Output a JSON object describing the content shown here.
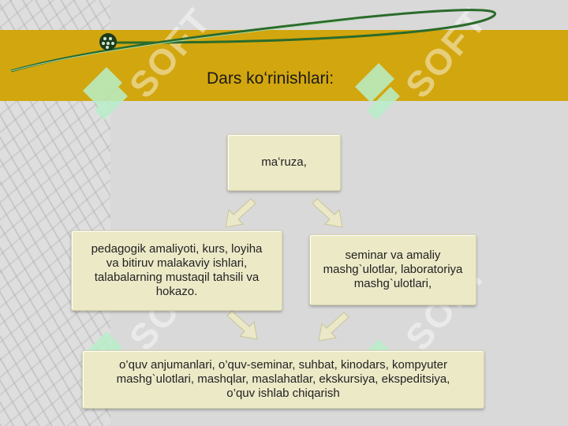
{
  "title": "Dars koʻrinishlari:",
  "boxes": {
    "top": "maʻruza,",
    "left": [
      "pedagogik amaliyoti, kurs, loyiha",
      "va bitiruv malakaviy ishlari,",
      "talabalarning mustaqil tahsili va",
      "hokazo."
    ],
    "right": [
      "seminar va amaliy",
      "mashg`ulotlar, laboratoriya",
      "mashg`ulotlari,"
    ],
    "bottom": [
      "o’quv anjumanlari, o’quv-seminar, suhbat, kinodars, kompyuter",
      "mashg`ulotlari, mashqlar, maslahatlar, ekskursiya, ekspeditsiya,",
      "o’quv ishlab chiqarish"
    ]
  },
  "watermark": "SOFT",
  "colors": {
    "band": "#d2a60e",
    "box": "#ece9c7",
    "background": "#d9d9d9",
    "swoosh": "#2b6b2b"
  }
}
